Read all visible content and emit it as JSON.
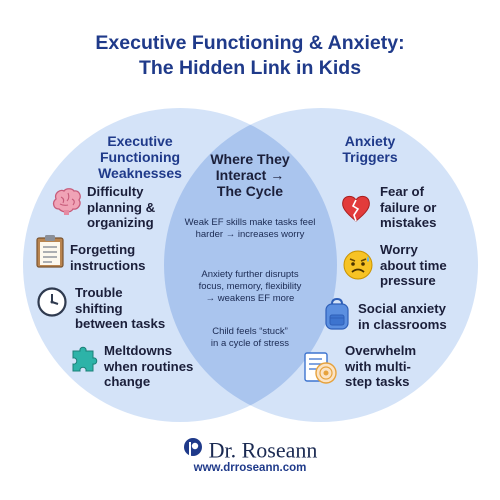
{
  "title": {
    "line1": "Executive Functioning & Anxiety:",
    "line2": "The Hidden Link in Kids"
  },
  "left": {
    "heading": [
      "Executive",
      "Functioning",
      "Weaknesses"
    ],
    "items": [
      {
        "icon": "brain-icon",
        "lines": [
          "Difficulty",
          "planning &",
          "organizing"
        ]
      },
      {
        "icon": "clipboard-icon",
        "lines": [
          "Forgetting",
          "instructions"
        ]
      },
      {
        "icon": "clock-icon",
        "lines": [
          "Trouble",
          "shifting",
          "between tasks"
        ]
      },
      {
        "icon": "puzzle-piece-icon",
        "lines": [
          "Meltdowns",
          "when routines",
          "change"
        ]
      }
    ]
  },
  "middle": {
    "heading": [
      "Where They",
      "Interact →",
      "The Cycle"
    ],
    "points": [
      [
        "Weak EF skills make tasks feel",
        "harder → increases worry"
      ],
      [
        "Anxiety further disrupts",
        "focus, memory, flexibility",
        "→ weakens EF more"
      ],
      [
        "Child feels “stuck”",
        "in a cycle of stress"
      ]
    ]
  },
  "right": {
    "heading": [
      "Anxiety",
      "Triggers"
    ],
    "items": [
      {
        "icon": "broken-heart-icon",
        "lines": [
          "Fear of",
          "failure or",
          "mistakes"
        ]
      },
      {
        "icon": "worried-face-icon",
        "lines": [
          "Worry",
          "about time",
          "pressure"
        ]
      },
      {
        "icon": "backpack-icon",
        "lines": [
          "Social anxiety",
          "in classrooms"
        ]
      },
      {
        "icon": "task-list-icon",
        "lines": [
          "Overwhelm",
          "with multi-",
          "step tasks"
        ]
      }
    ]
  },
  "brand": {
    "name": "Dr. Roseann",
    "url": "www.drroseann.com"
  },
  "colors": {
    "title": "#1f3a8a",
    "left_circle": "#cfe0f8",
    "right_circle": "#cfe0f8",
    "overlap": "#a9c4ec"
  }
}
